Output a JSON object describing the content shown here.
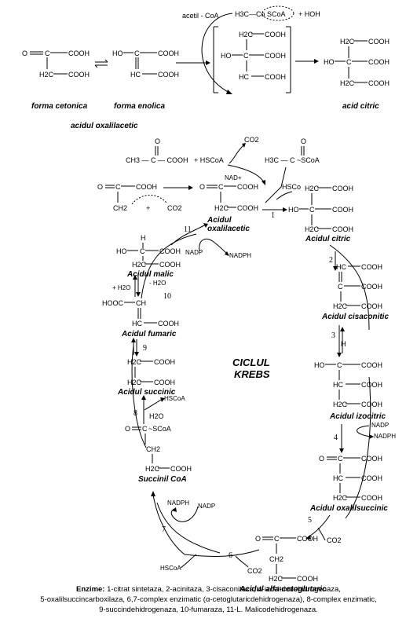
{
  "top": {
    "acetyl_coa": "acetil - CoA",
    "acetyl_formula": "H3C—Co",
    "scoa": "SCoA",
    "plus_hoh": "+ HOH",
    "keto_form_label": "forma cetonica",
    "enol_form_label": "forma enolica",
    "oxaloacetic_label": "acidul oxalilacetic",
    "citric_label": "acid citric"
  },
  "groups": {
    "cooh": "COOH",
    "ho": "HO",
    "o_eq": "O",
    "h2c": "H2C",
    "hc": "HC",
    "ch": "CH",
    "h": "H",
    "c": "C",
    "ch2": "CH2",
    "hooc": "HOOC"
  },
  "cycle": {
    "title_line1": "CICLUL",
    "title_line2": "KREBS",
    "pyruvate": "CH3 — C — COOH",
    "hscoa_in": "+ HSCoA",
    "co2": "CO2",
    "nad": "NAD+",
    "acetyl_scoa": "H3C — C ~SCoA",
    "hsco": "HSCo",
    "plus": "+",
    "nadp": "NADP",
    "nadph": "NADPH",
    "h2o_plus": "+ H2O",
    "h2o_minus": "- H2O",
    "h2o": "H2O",
    "hscoa": "HSCoA",
    "names": {
      "oxaloacetic": "Acidul oxalilacetic",
      "citric": "Acidul citric",
      "cisaconitic": "Acidul cisaconitic",
      "isocitric": "Acidul izocitric",
      "oxalosuccinic": "Acidul oxalilsuccinic",
      "alpha_kg": "Acidul alfa-cetoglutaric",
      "succinyl": "Succinil CoA",
      "succinic": "Acidul succinic",
      "fumaric": "Acidul fumaric",
      "malic": "Acidul malic"
    },
    "steps": [
      "1",
      "2",
      "3",
      "4",
      "5",
      "6",
      "7",
      "8",
      "9",
      "10",
      "11"
    ]
  },
  "legend": {
    "heading": "Enzime:",
    "line1": "1-citrat sintetaza, 2-acinitaza, 3-cisaconitaza, 4-izocitricdehidrogenaza,",
    "line2": "5-oxalilsuccincarboxilaza, 6,7-complex enzimatic (α-cetoglutaricdehidrogenaza), 8-complex enzimatic,",
    "line3": "9-succindehidrogenaza, 10-fumaraza, 11-L. Malicodehidrogenaza."
  }
}
